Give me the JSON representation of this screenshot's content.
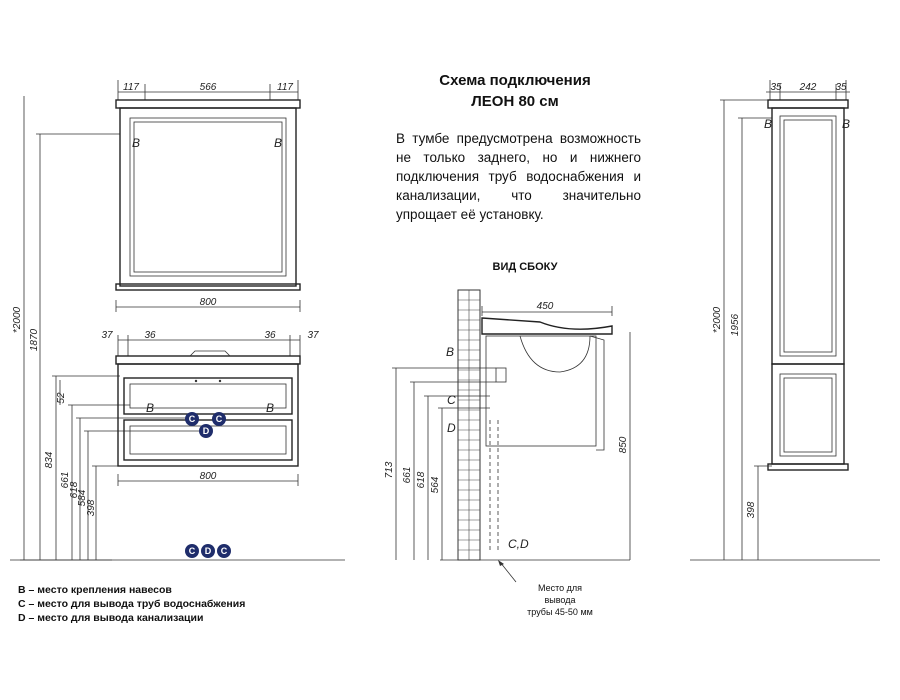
{
  "title": {
    "line1": "Схема подключения",
    "line2": "ЛЕОН 80 см"
  },
  "description": "В тумбе предусмотрена возможность не только заднего, но и нижнего подключения труб водоснабжения и канализации, что значительно упрощает её установку.",
  "side_view_title": "ВИД СБОКУ",
  "pipe_note": {
    "line1": "Место для",
    "line2": "вывода",
    "line3": "трубы 45-50 мм"
  },
  "legend": {
    "b": "B – место крепления навесов",
    "c": "C – место для вывода труб водоснабжения",
    "d": "D – место для вывода канализации"
  },
  "markers": {
    "b": "B",
    "c": "C",
    "d": "D",
    "cd": "C,D"
  },
  "mirror_dims": {
    "left": "117",
    "center": "566",
    "right": "117",
    "width": "800"
  },
  "cabinet_dims": {
    "l1": "37",
    "l2": "36",
    "r1": "36",
    "r2": "37",
    "width": "800",
    "d52": "52"
  },
  "left_heights": [
    "*2000",
    "1870",
    "834",
    "661",
    "618",
    "584",
    "398"
  ],
  "side_dims": {
    "depth": "450",
    "h850": "850",
    "h713": "713",
    "h661": "661",
    "h618": "618",
    "h564": "564"
  },
  "column_dims": {
    "a": "35",
    "b": "242",
    "c": "35",
    "h2000": "*2000",
    "h1956": "1956",
    "h398": "398"
  },
  "colors": {
    "marker_fill": "#1f2d6b",
    "line": "#333333"
  }
}
